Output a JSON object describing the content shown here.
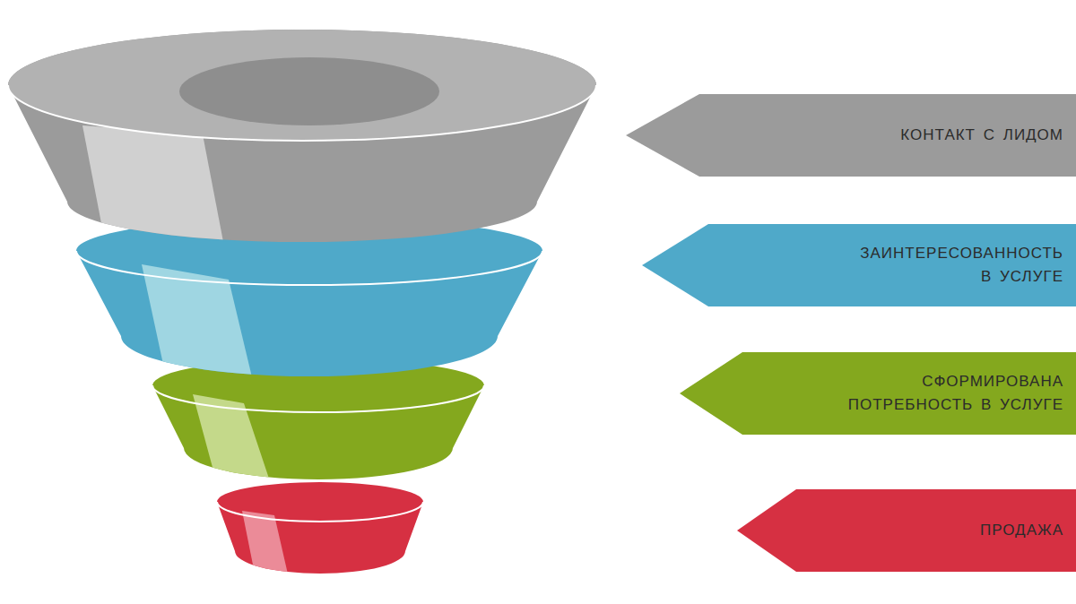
{
  "diagram": {
    "nodes": [
      {
        "text": [
          "КОНТАКТ С ЛИДОМ"
        ]
      },
      {
        "text": [
          "ЗАИНТЕРЕСОВАННОСТЬ В УСЛУГЕ"
        ]
      },
      {
        "text": [
          "СФОРМИРОВАНА ПОТРЕБНОСТЬ В УСЛУГЕ"
        ]
      },
      {
        "text": [
          "ПРОДАЖА"
        ]
      }
    ]
  }
}
